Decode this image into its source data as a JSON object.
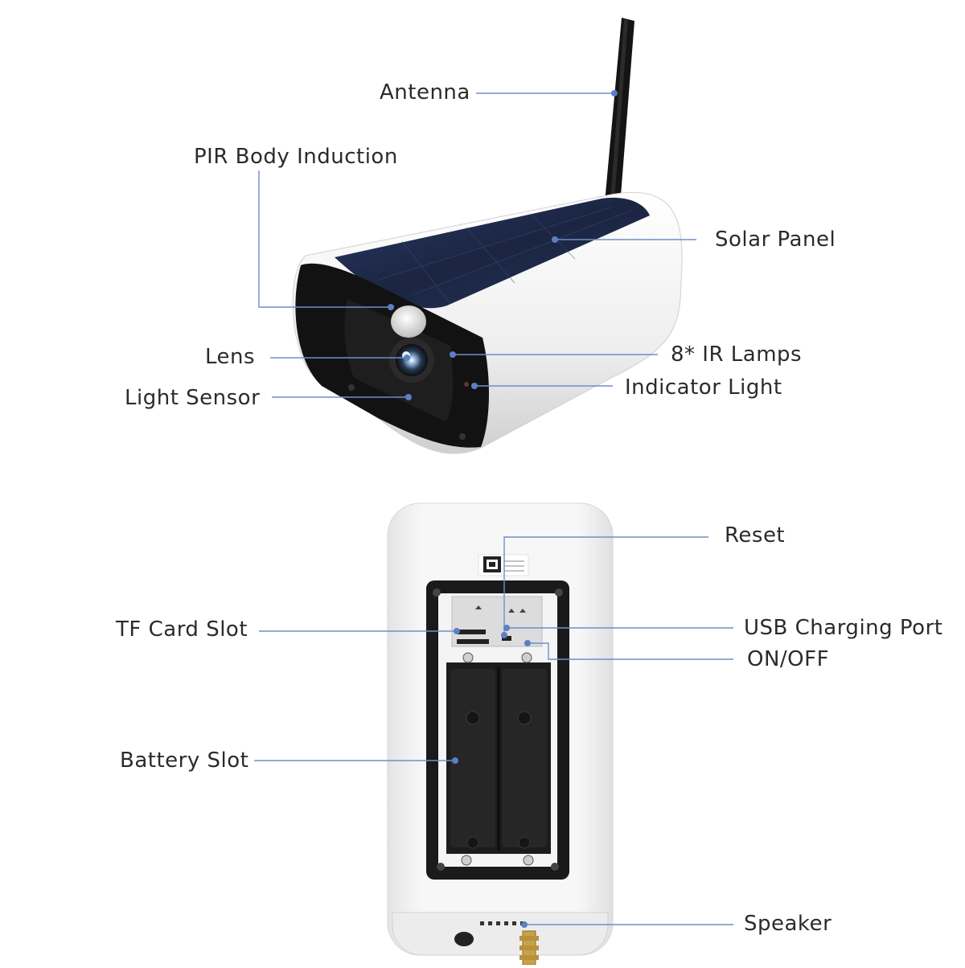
{
  "camera_front": {
    "labels": {
      "antenna": "Antenna",
      "pir": "PIR Body Induction",
      "solar_panel": "Solar Panel",
      "lens": "Lens",
      "ir_lamps": "8* IR Lamps",
      "light_sensor": "Light Sensor",
      "indicator_light": "Indicator Light"
    }
  },
  "camera_back": {
    "labels": {
      "reset": "Reset",
      "tf_card_slot": "TF Card Slot",
      "usb_charging_port": "USB Charging Port",
      "on_off": "ON/OFF",
      "battery_slot": "Battery Slot",
      "speaker": "Speaker"
    }
  },
  "colors": {
    "leader_line": "#6f8fc8",
    "leader_dot": "#5a7fc4",
    "label_text": "#2b2b2b",
    "body_white": "#f2f2f2",
    "solar_panel": "#1d2846",
    "antenna": "#141414"
  }
}
